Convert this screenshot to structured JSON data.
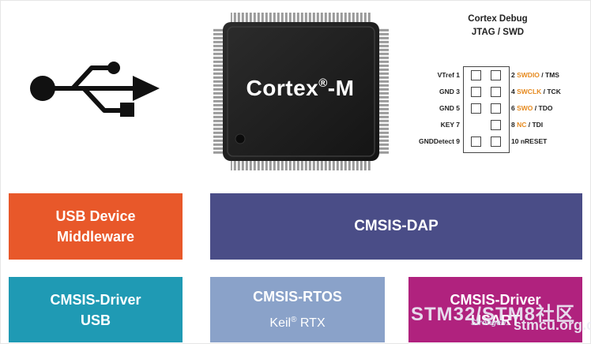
{
  "debug": {
    "title_line1": "Cortex Debug",
    "title_line2": "JTAG / SWD",
    "left_pins": [
      "VTref 1",
      "GND 3",
      "GND 5",
      "KEY 7",
      "GNDDetect 9"
    ],
    "right_pins": [
      {
        "num": "2",
        "a": "SWDIO",
        "b": " / TMS"
      },
      {
        "num": "4",
        "a": "SWCLK",
        "b": " / TCK"
      },
      {
        "num": "6",
        "a": "SWO",
        "b": " / TDO"
      },
      {
        "num": "8",
        "a": "NC",
        "b": " / TDI"
      },
      {
        "num": "10",
        "a": "",
        "b": "nRESET"
      }
    ]
  },
  "chip": {
    "name": "Cortex",
    "sup": "®",
    "suffix": "-M"
  },
  "blocks": {
    "usb_device": {
      "line1": "USB Device",
      "line2": "Middleware"
    },
    "cmsis_dap": {
      "label": "CMSIS-DAP"
    },
    "driver_usb": {
      "line1": "CMSIS-Driver",
      "line2": "USB"
    },
    "rtos": {
      "line1": "CMSIS-RTOS",
      "sub_a": "Keil",
      "sub_sup": "®",
      "sub_b": " RTX"
    },
    "driver_usart": {
      "line1": "CMSIS-Driver",
      "line2": "USART"
    }
  },
  "watermark": {
    "line1": "STM32/STM8社区",
    "line2": "Strongerr.",
    "line3": "stmcu.org.cn"
  },
  "colors": {
    "usb_device": "#e8582a",
    "cmsis_dap": "#4a4d87",
    "driver_usb": "#1f9ab4",
    "rtos": "#8aa2c9",
    "driver_usart": "#b0227e",
    "pin_highlight": "#e68a1f"
  }
}
